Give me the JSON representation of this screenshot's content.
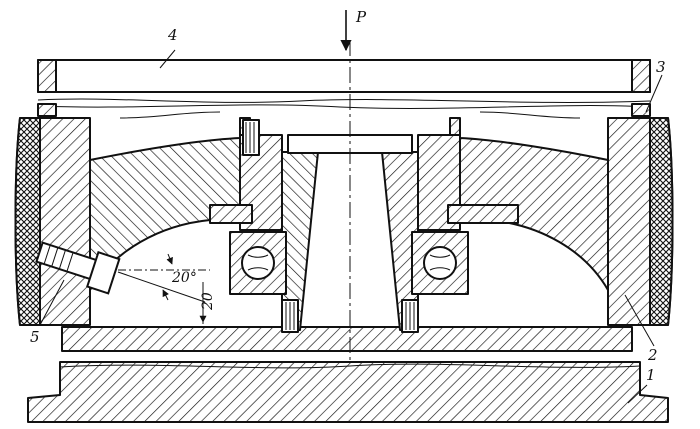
{
  "labels": {
    "force": "P",
    "part_1": "1",
    "part_2": "2",
    "part_3": "3",
    "part_4": "4",
    "part_5": "5"
  },
  "dimensions": {
    "angle": "20°",
    "distance": "20"
  },
  "colors": {
    "ink": "#111111",
    "paper": "#ffffff"
  }
}
